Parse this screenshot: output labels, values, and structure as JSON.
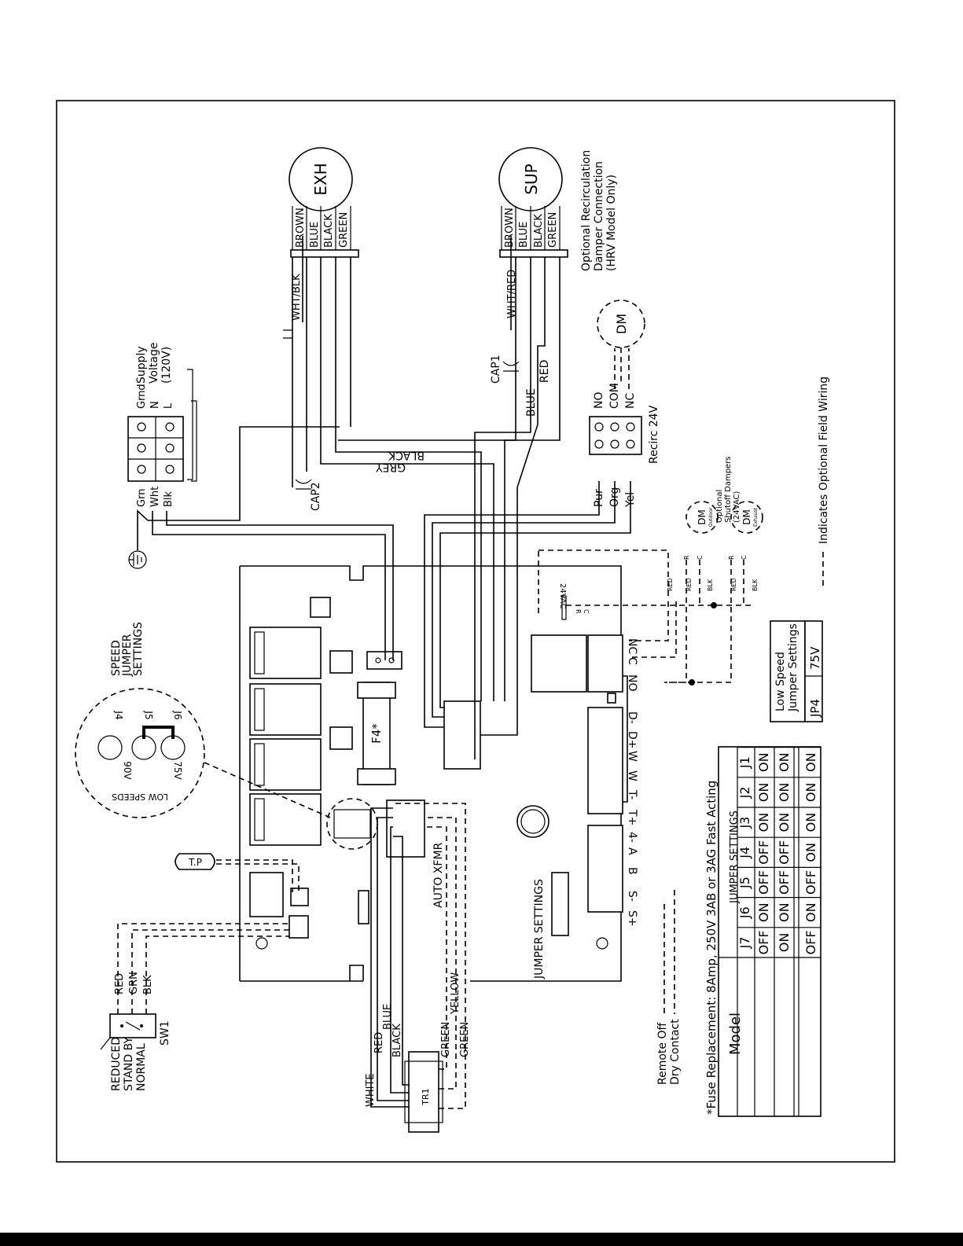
{
  "switch": {
    "positions": [
      "REDUCED",
      "STAND BY",
      "NORMAL"
    ],
    "label": "SW1",
    "wires": [
      "RED",
      "GRN",
      "BLK"
    ]
  },
  "transformer": {
    "label": "TR1",
    "wires": [
      "WHITE",
      "RED",
      "BLUE",
      "BLACK",
      "GREEN",
      "YELLOW",
      "GREEN"
    ],
    "auto_label": "AUTO XFMR"
  },
  "speed_jumper": {
    "title": [
      "SPEED",
      "JUMPER",
      "SETTINGS"
    ],
    "pins": [
      "J4",
      "J5",
      "J6"
    ],
    "values": [
      "90V",
      "75V"
    ],
    "caption": "LOW SPEEDS"
  },
  "thermistor_label": "T.P",
  "fuse": "F4*",
  "supply": {
    "left_terminals": [
      "Grn",
      "Wht",
      "Blk"
    ],
    "right_terminals": [
      "Grnd",
      "N",
      "L"
    ],
    "title": [
      "Supply",
      "Voltage",
      "(120V)"
    ]
  },
  "capacitors": [
    "CAP2",
    "CAP1"
  ],
  "exh_motor": {
    "label": "EXH",
    "wires": [
      "BROWN",
      "BLUE",
      "BLACK",
      "GREEN"
    ],
    "common": "WHT/BLK"
  },
  "sup_motor": {
    "label": "SUP",
    "wires": [
      "BROWN",
      "BLUE",
      "BLACK",
      "GREEN"
    ],
    "common": "WHT/RED"
  },
  "cross_wires": [
    "BLACK",
    "GREY",
    "BLUE",
    "RED"
  ],
  "recirc": {
    "left_terminals": [
      "Pur",
      "Org",
      "Yel"
    ],
    "right_terminals": [
      "NO",
      "COM",
      "NC"
    ],
    "title": "Recirc 24V",
    "damper_label": "DM",
    "note": [
      "Optional Recirculation",
      "Damper Connection",
      "(HRV Model Only)"
    ]
  },
  "shutoff": {
    "note": [
      "Optional",
      "Shutoff Dampers",
      "(24VAC)"
    ],
    "dampers": [
      {
        "label": "DM",
        "sub": "Outdoor"
      },
      {
        "label": "DM",
        "sub": "Exhaust"
      }
    ],
    "pin_labels": [
      "R",
      "C"
    ],
    "wire_labels": [
      "RED",
      "BLK"
    ],
    "board_label": "24VAC",
    "relay_terms": [
      "NC",
      "C",
      "NO"
    ]
  },
  "terminals_left": [
    "S+",
    "S-",
    "B",
    "A",
    "4-"
  ],
  "terminals_mid": [
    "T+",
    "T-",
    "W",
    "W",
    "D+",
    "D-"
  ],
  "remote": [
    "Remote Off",
    "Dry Contact"
  ],
  "jumper_settings_label": "JUMPER SETTINGS",
  "legend": "Indicates Optional Field Wiring",
  "low_speed_table": {
    "title": [
      "Low Speed",
      "Jumper Settings"
    ],
    "row": [
      "JP4",
      "75V"
    ]
  },
  "fuse_note": "*Fuse Replacement: 8Amp, 250V 3AB or 3AG Fast Acting",
  "jumper_table": {
    "model_header": "Model",
    "group_header": "JUMPER SETTINGS",
    "columns": [
      "J7",
      "J6",
      "J5",
      "J4",
      "J3",
      "J2",
      "J1"
    ],
    "rows": [
      [
        "OFF",
        "ON",
        "OFF",
        "OFF",
        "ON",
        "ON",
        "ON"
      ],
      [
        "ON",
        "ON",
        "OFF",
        "OFF",
        "ON",
        "ON",
        "ON"
      ],
      [
        "OFF",
        "ON",
        "OFF",
        "ON",
        "ON",
        "ON",
        "ON"
      ]
    ]
  }
}
